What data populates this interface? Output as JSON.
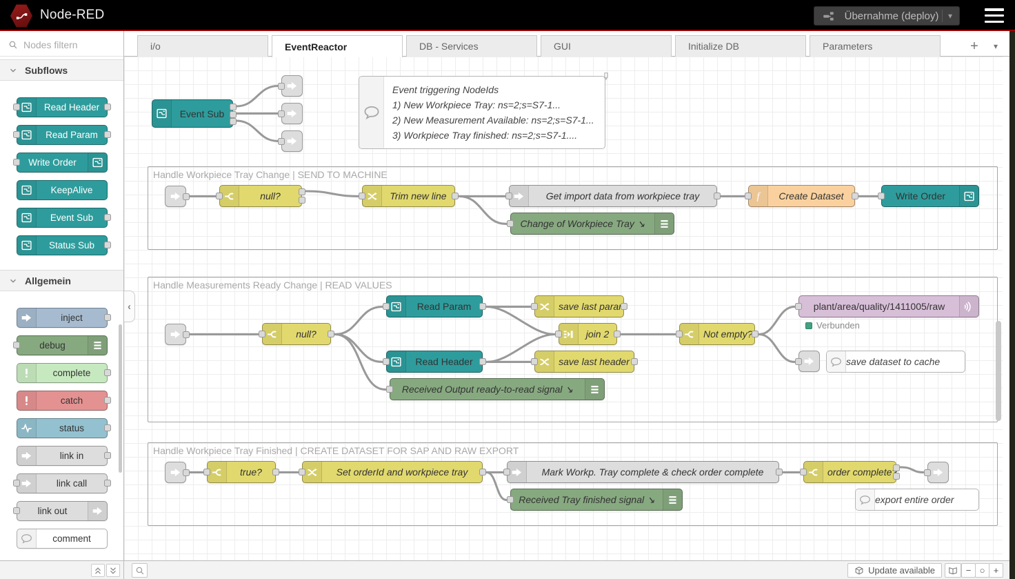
{
  "header": {
    "title": "Node-RED",
    "deploy_label": "Übernahme (deploy)",
    "deploy_caret": "▾"
  },
  "palette": {
    "search_placeholder": "Nodes filtern",
    "sections": [
      {
        "label": "Subflows"
      },
      {
        "label": "Allgemein"
      }
    ],
    "subflows": [
      {
        "label": "Read Header"
      },
      {
        "label": "Read Param"
      },
      {
        "label": "Write Order"
      },
      {
        "label": "KeepAlive"
      },
      {
        "label": "Event Sub"
      },
      {
        "label": "Status Sub"
      }
    ],
    "general": [
      {
        "label": "inject"
      },
      {
        "label": "debug"
      },
      {
        "label": "complete"
      },
      {
        "label": "catch"
      },
      {
        "label": "status"
      },
      {
        "label": "link in"
      },
      {
        "label": "link call"
      },
      {
        "label": "link out"
      },
      {
        "label": "comment"
      }
    ]
  },
  "tabs": {
    "io": "i/o",
    "event_reactor": "EventReactor",
    "db_services": "DB - Services",
    "gui": "GUI",
    "initialize_db": "Initialize DB",
    "parameters": "Parameters",
    "add": "+",
    "caret": "▾"
  },
  "flow": {
    "event_sub": "Event Sub",
    "info_note": {
      "line1": "Event triggering NodeIds",
      "line2": "1) New Workpiece Tray: ns=2;s=S7-1...",
      "line3": "2) New Measurement Available: ns=2;s=S7-1...",
      "line4": "3) Workpiece Tray finished: ns=2;s=S7-1...."
    },
    "group1": {
      "title": "Handle Workpiece Tray Change | SEND TO MACHINE",
      "null_switch": "null?",
      "trim": "Trim new line",
      "get_import": "Get import data from workpiece tray",
      "create_dataset": "Create Dataset",
      "write_order": "Write Order",
      "debug": "Change of Workpiece Tray ↘"
    },
    "group2": {
      "title": "Handle Measurements Ready Change | READ VALUES",
      "null_switch": "null?",
      "read_param": "Read Param",
      "read_header": "Read Header",
      "save_last_param": "save last param",
      "save_last_header": "save last header",
      "join": "join 2",
      "not_empty": "Not empty?",
      "mqtt_topic": "plant/area/quality/1411005/raw",
      "mqtt_status": "Verbunden",
      "comment": "save dataset to cache",
      "debug": "Received Output ready-to-read signal ↘"
    },
    "group3": {
      "title": "Handle Workpiece Tray Finished | CREATE DATASET FOR SAP AND RAW EXPORT",
      "true_switch": "true?",
      "set_orderid": "Set orderId and workpiece tray",
      "mark_workp": "Mark Workp. Tray complete & check order complete",
      "order_complete": "order complete?",
      "comment": "export entire order",
      "debug": "Received Tray finished signal ↘"
    },
    "collapse_handle": "‹"
  },
  "footer": {
    "update": "Update available",
    "zoom_out": "−",
    "zoom_reset": "○",
    "zoom_in": "+"
  },
  "colors": {
    "header_bg": "#000000",
    "header_red_line": "#a00000",
    "subflow_teal": "#2E9C9C",
    "inject_blue": "#A6BBCF",
    "debug_green": "#87A980",
    "complete_green": "#C7E9C0",
    "catch_red": "#E49191",
    "status_blue": "#94C1D0",
    "link_gray": "#DDDDDD",
    "function_yellow": "#E2D96E",
    "function_orange": "#FAD19E",
    "mqtt_mauve": "#D8BFD8",
    "connected_dot": "#44A182",
    "wire": "#999999"
  }
}
